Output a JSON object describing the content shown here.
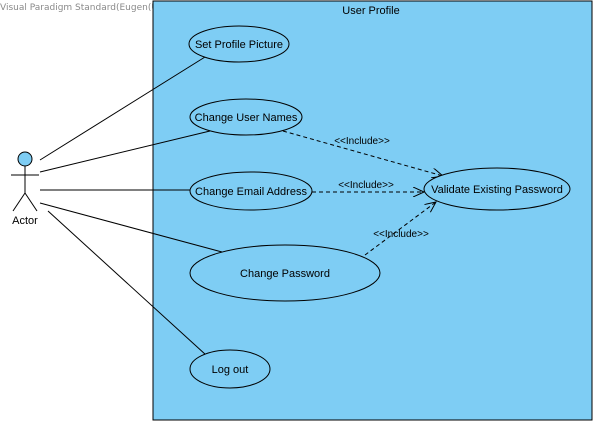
{
  "watermark": "Visual Paradigm Standard(Eugen(University of Pretoria))",
  "system": {
    "title": "User Profile",
    "fill": "#7ecdf4"
  },
  "actor": {
    "label": "Actor"
  },
  "use_cases": {
    "set_profile_picture": "Set Profile Picture",
    "change_user_names": "Change User Names",
    "change_email_address": "Change Email Address",
    "change_password": "Change Password",
    "log_out": "Log out",
    "validate_existing_password": "Validate Existing Password"
  },
  "relations": {
    "include_label": "<<Include>>"
  }
}
